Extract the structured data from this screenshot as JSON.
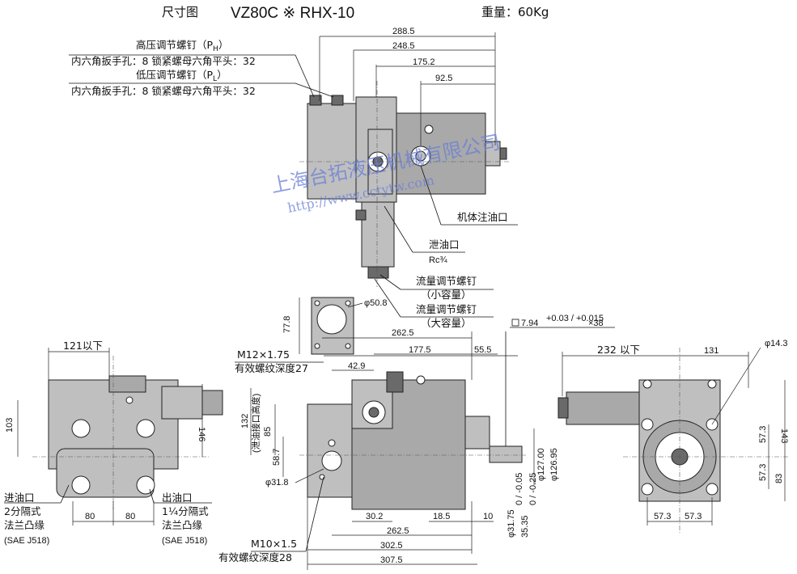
{
  "header": {
    "drawing_label": "尺寸图",
    "model": "VZ80C ※ RHX-10",
    "weight": "重量：60Kg"
  },
  "callouts": {
    "high_pressure_screw": "高压调节螺钉（P",
    "high_pressure_sub": "H",
    "hex_wrench_1": "内六角扳手孔：8 锁紧螺母六角平头：32",
    "low_pressure_screw": "低压调节螺钉（P",
    "low_pressure_sub": "L",
    "hex_wrench_2": "内六角扳手孔：8 锁紧螺母六角平头：32",
    "body_fill_port": "机体注油口",
    "drain_port": "泄油口",
    "drain_thread": "Rc¾",
    "flow_screw_small": "流量调节螺钉",
    "flow_small_cap": "（小容量）",
    "flow_screw_large": "流量调节螺钉",
    "flow_large_cap": "（大容量）",
    "inlet_port": "进油口",
    "inlet_type": "2分隔式",
    "inlet_flange": "法兰凸缘",
    "inlet_std": "(SAE J518)",
    "outlet_port": "出油口",
    "outlet_type": "1¼分隔式",
    "outlet_flange": "法兰凸缘",
    "outlet_std": "(SAE J518)",
    "m12_thread": "M12×1.75",
    "m12_depth": "有效螺纹深度27",
    "m10_thread": "M10×1.5",
    "m10_depth": "有效螺纹深度28",
    "drain_height": "(泄油接口高度)",
    "key_spec": "7.94",
    "key_tol": "+0.03 / +0.015",
    "key_len": "×38"
  },
  "dimensions": {
    "top_288": "288.5",
    "top_248": "248.5",
    "top_175": "175.2",
    "top_92": "92.5",
    "d_50_8": "φ50.8",
    "d_77_8": "77.8",
    "d_262_upper": "262.5",
    "d_177": "177.5",
    "d_55": "55.5",
    "d_42_9": "42.9",
    "d_132": "132",
    "d_85": "85",
    "d_58_7": "58.7",
    "d_31_8": "φ31.8",
    "d_127": "φ127.00",
    "d_126": "φ126.95",
    "d_30_2": "30.2",
    "d_18_5": "18.5",
    "d_10": "10",
    "d_31_75": "φ31.75",
    "d_31_75_tol": "0 / -0.05",
    "d_35_35": "35.35",
    "d_35_35_tol": "0 / -0.25",
    "d_262_lower": "262.5",
    "d_302": "302.5",
    "d_307": "307.5",
    "left_121": "121以下",
    "left_103": "103",
    "left_146": "146",
    "left_80a": "80",
    "left_80b": "80",
    "right_232": "232 以下",
    "right_131": "131",
    "right_14_3": "φ14.3",
    "right_143": "143",
    "right_57_3a": "57.3",
    "right_57_3b": "57.3",
    "right_83": "83",
    "right_57_3c": "57.3",
    "right_57_3d": "57.3"
  },
  "watermark": {
    "company": "上海台拓液压机械有限公司",
    "url": "http://www.cctytw.com"
  }
}
